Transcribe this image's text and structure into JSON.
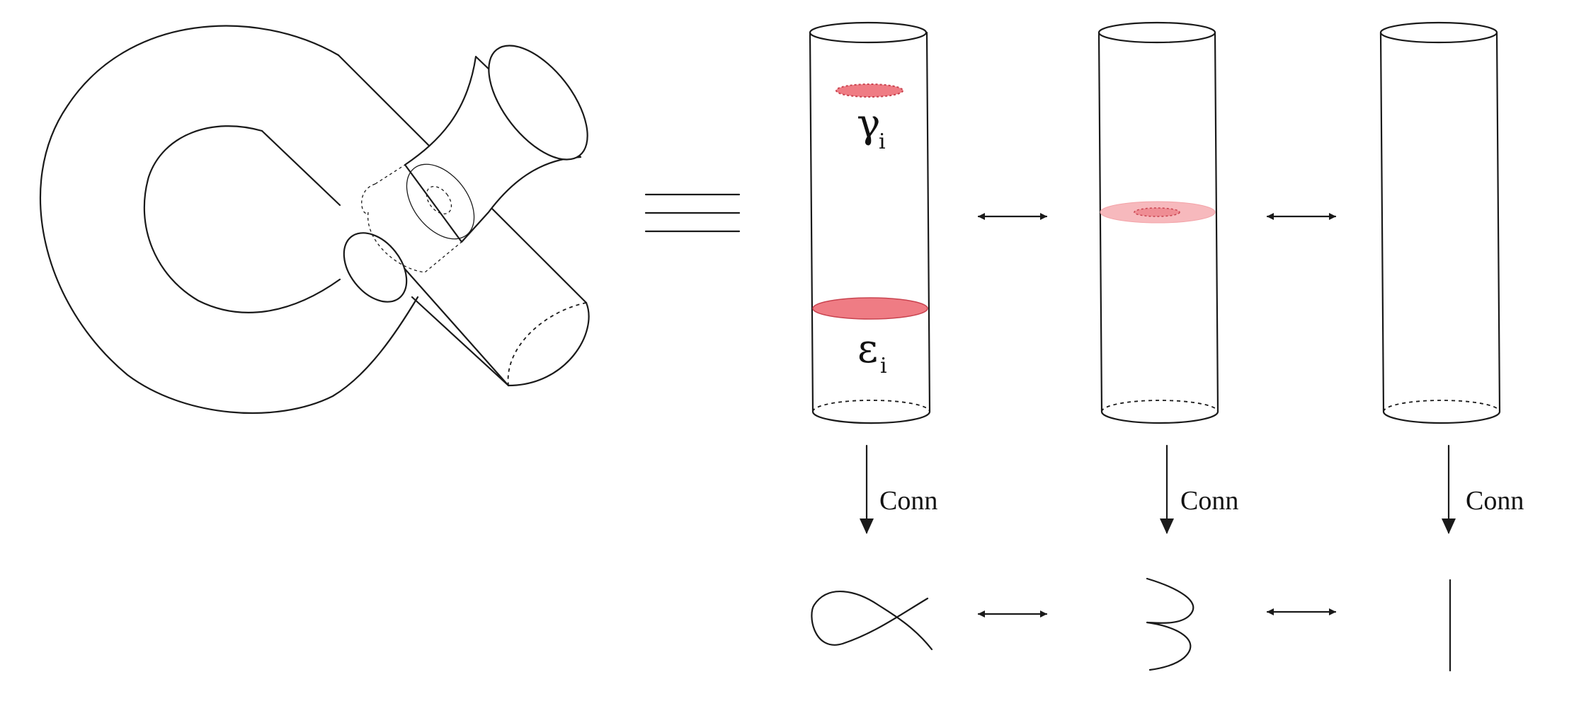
{
  "labels": {
    "gamma": "γ",
    "gamma_sub": "i",
    "epsilon": "ε",
    "epsilon_sub": "i",
    "conn_1": "Conn",
    "conn_2": "Conn",
    "conn_3": "Conn"
  },
  "colors": {
    "disk_red": "#ef7c84",
    "disk_red_stroke": "#c9434f",
    "disk_pink": "#f7b9bd",
    "line": "#1a1a1a"
  },
  "symbols": {
    "equivalence": "triple-bar-equivalence",
    "move_arrow": "double-headed-arrow",
    "map_arrow": "down-arrow"
  }
}
